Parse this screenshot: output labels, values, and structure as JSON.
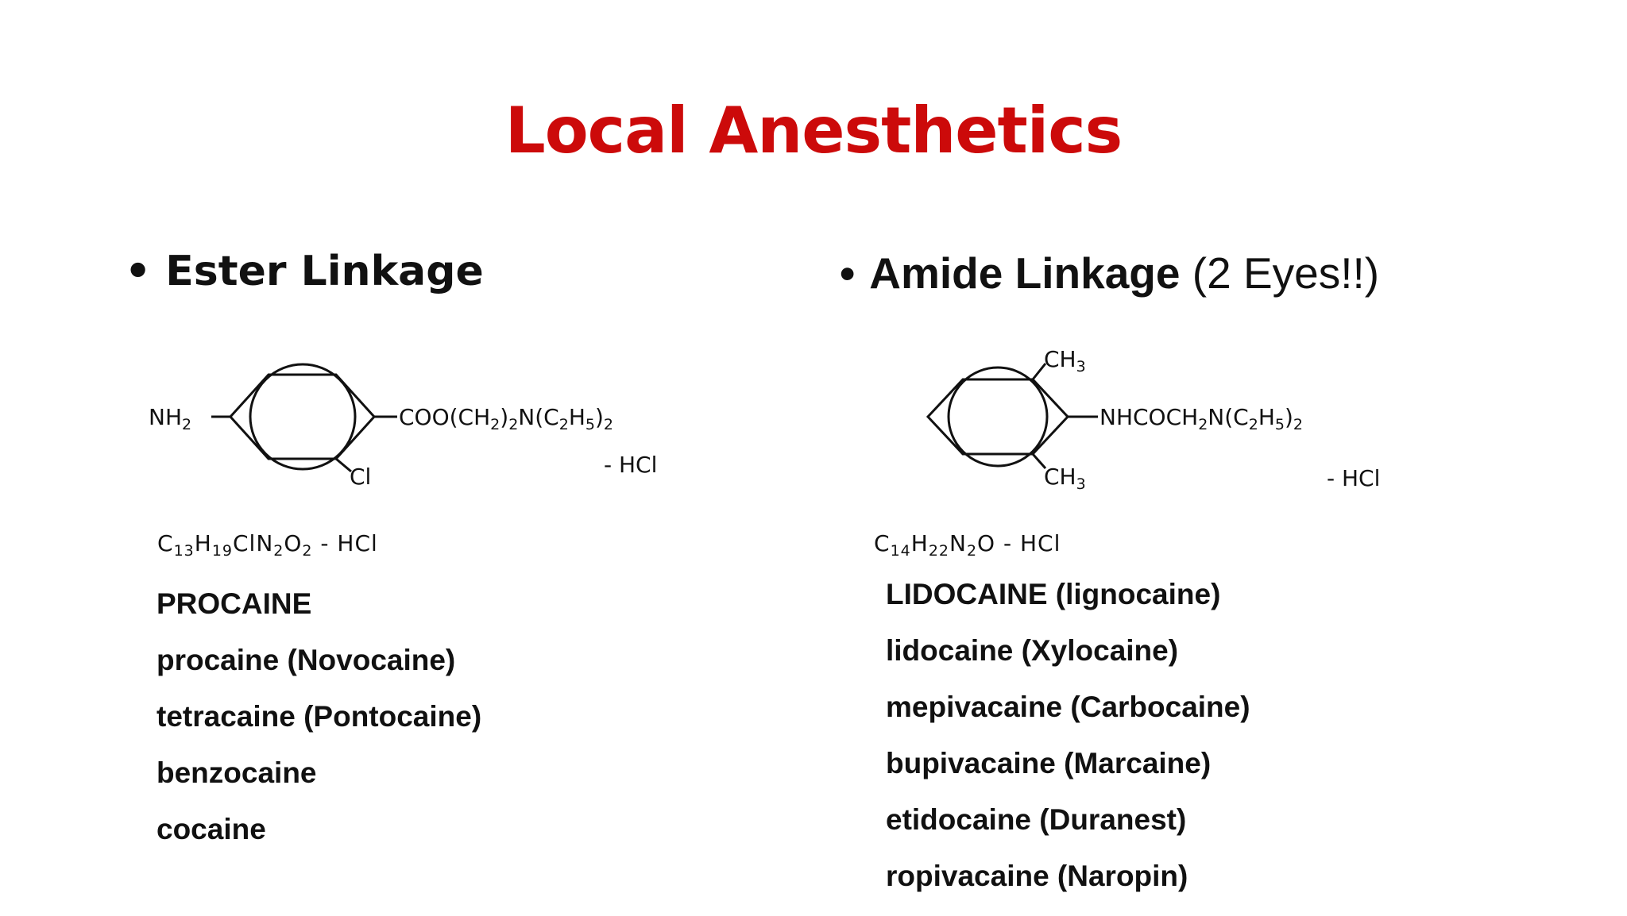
{
  "slide": {
    "title": "Local Anesthetics",
    "left": {
      "bullet_mark": "•",
      "heading": "Ester Linkage",
      "structure": {
        "amine_group": "NH2",
        "chain": "COO(CH2)2N(C2H5)2",
        "substituent": "Cl",
        "salt": "- HCl"
      },
      "formula": "C13H19ClN2O2 - HCl",
      "drugs": [
        "PROCAINE",
        "procaine (Novocaine)",
        "tetracaine (Pontocaine)",
        "benzocaine",
        "cocaine"
      ]
    },
    "right": {
      "bullet_mark": "•",
      "heading": "Amide Linkage",
      "heading_note": "(2 Eyes!!)",
      "structure": {
        "methyl_top": "CH3",
        "methyl_bottom": "CH3",
        "chain": "NHCOCH2N(C2H5)2",
        "salt": "- HCl"
      },
      "formula": "C14H22N2O - HCl",
      "drugs": [
        "LIDOCAINE (lignocaine)",
        "lidocaine (Xylocaine)",
        "mepivacaine (Carbocaine)",
        "bupivacaine (Marcaine)",
        "etidocaine (Duranest)",
        "ropivacaine (Naropin)"
      ]
    }
  }
}
